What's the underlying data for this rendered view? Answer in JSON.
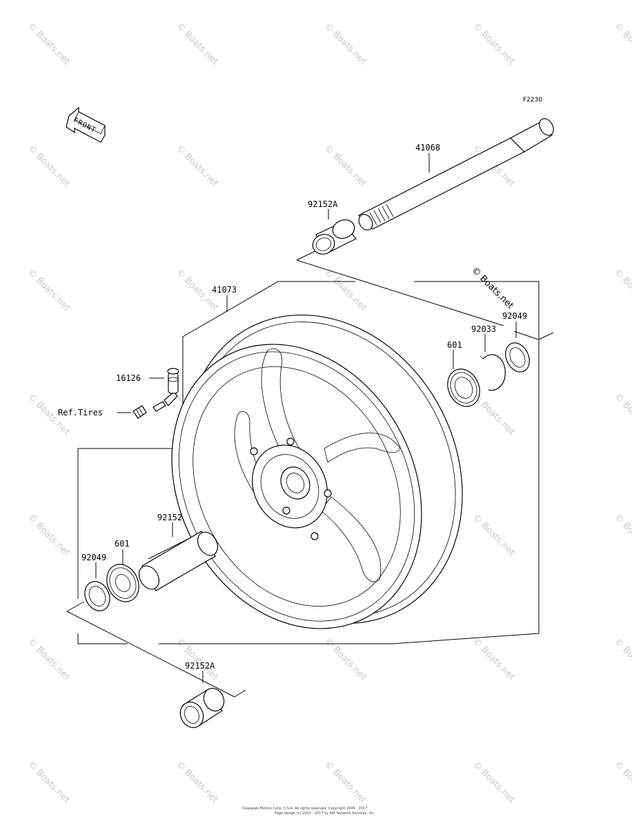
{
  "figure_code": "F2230",
  "front_marker": "FRONT",
  "parts": {
    "axle": "41068",
    "collar_top": "92152A",
    "wheel": "41073",
    "circlip": "92033",
    "seal_right": "92049",
    "bearing_right": "601",
    "valve": "16126",
    "ref_tires": "Ref.Tires",
    "spacer": "92152",
    "bearing_left": "601",
    "seal_left": "92049",
    "collar_bottom": "92152A"
  },
  "watermark": "© Boats.net",
  "footer": {
    "line1": "Kawasaki Motors Corp. U.S.A. All rights reserved. Copyright 1995 - 2017",
    "line2": "Page design (c) 2002 - 2017 by ARI Network Services, Inc."
  }
}
